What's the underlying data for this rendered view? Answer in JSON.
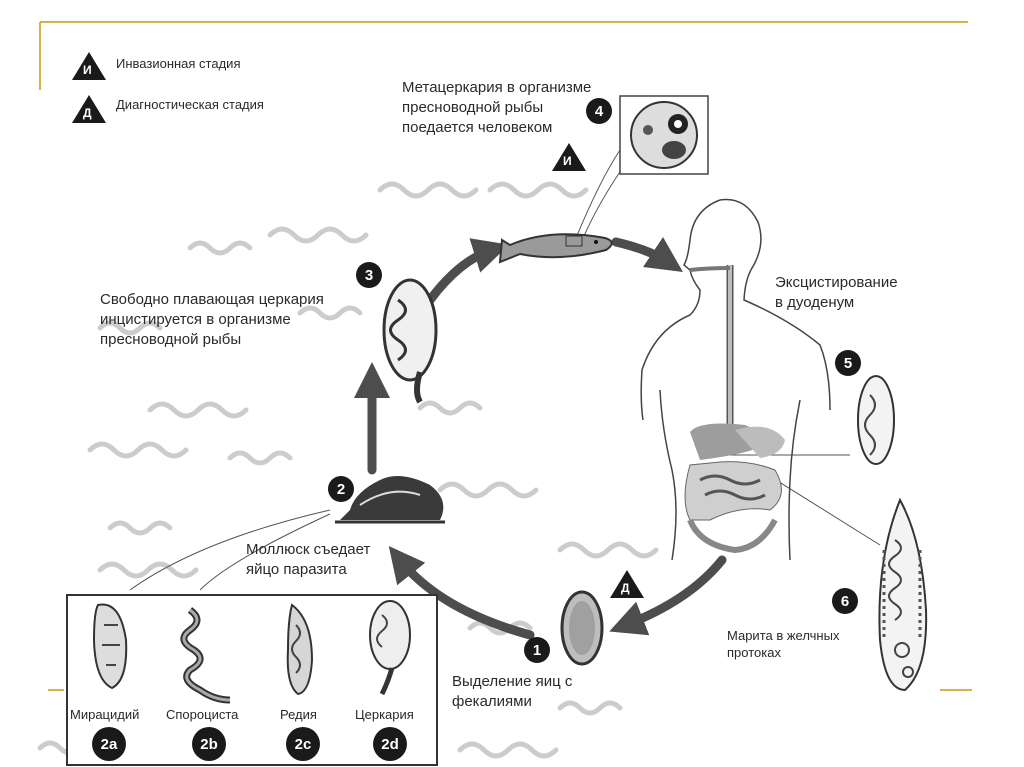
{
  "legend": {
    "invasion_symbol": "И",
    "invasion_label": "Инвазионная стадия",
    "diagnostic_symbol": "Д",
    "diagnostic_label": "Диагностическая стадия"
  },
  "stages": {
    "s1": {
      "number": "1",
      "text_line1": "Выделение яиц с",
      "text_line2": "фекалиями",
      "marker": "Д"
    },
    "s2": {
      "number": "2",
      "text_line1": "Моллюск съедает",
      "text_line2": "яйцо паразита"
    },
    "s3": {
      "number": "3",
      "text_line1": "Свободно плавающая церкария",
      "text_line2": "инцистируется в организме",
      "text_line3": "пресноводной рыбы"
    },
    "s4": {
      "number": "4",
      "text_line1": "Метацеркария в организме",
      "text_line2": "пресноводной рыбы",
      "text_line3": "поедается человеком",
      "marker": "И"
    },
    "s5": {
      "number": "5",
      "text_line1": "Эксцистирование",
      "text_line2": "в дуоденум"
    },
    "s6": {
      "number": "6",
      "text_line1": "Марита в желчных",
      "text_line2": "протоках"
    }
  },
  "inset": {
    "items": [
      {
        "id": "2a",
        "label": "Мирацидий"
      },
      {
        "id": "2b",
        "label": "Спороциста"
      },
      {
        "id": "2c",
        "label": "Редия"
      },
      {
        "id": "2d",
        "label": "Церкария"
      }
    ]
  },
  "colors": {
    "frame_line": "#d6b24a",
    "arrow": "#4d4d4d",
    "badge": "#1a1a1a",
    "wave": "#cccccc"
  }
}
